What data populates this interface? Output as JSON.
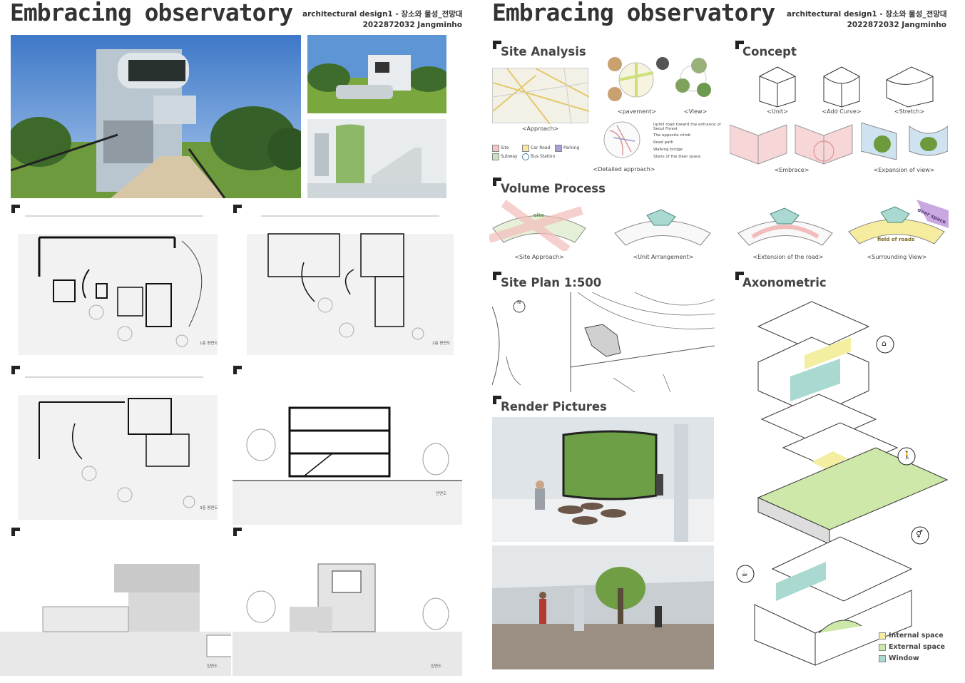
{
  "boards": [
    {
      "title": "Embracing observatory",
      "course": "architectural design1 - 장소와 물성_전망대",
      "student": "2022872032 Jangminho"
    },
    {
      "title": "Embracing observatory",
      "course": "architectural design1 - 장소와 물성_전망대",
      "student": "2022872032 Jangminho"
    }
  ],
  "sections": {
    "site_analysis": "Site Analysis",
    "concept": "Concept",
    "volume_process": "Volume Process",
    "site_plan": "Site Plan 1:500",
    "axonometric": "Axonometric",
    "render_pictures": "Render Pictures"
  },
  "site_analysis": {
    "captions": {
      "approach": "<Approach>",
      "pavement": "<pavement>",
      "view": "<View>",
      "detailed": "<Detailed approach>"
    },
    "legend": [
      "Site",
      "Car Road",
      "Parking",
      "Subway",
      "Bus Station"
    ],
    "notes": [
      "Uphill road toward the entrance of Seoul Forest",
      "The opposite climb",
      "Road path",
      "Walking bridge",
      "Stairs of the Deer space"
    ]
  },
  "concept": {
    "captions": [
      "<Unit>",
      "<Add Curve>",
      "<Stretch>",
      "<Embrace>",
      "<Expansion of view>"
    ]
  },
  "volume_process": {
    "captions": [
      "<Site Approach>",
      "<Unit Arrangement>",
      "<Extension of the road>",
      "<Surrounding View>"
    ],
    "labels": {
      "site": "site",
      "field": "field of roads",
      "deer": "deer space"
    }
  },
  "axonometric": {
    "legend": [
      {
        "label": "Internal space",
        "color": "#f3eea0"
      },
      {
        "label": "External space",
        "color": "#cde8a9"
      },
      {
        "label": "Window",
        "color": "#a9d9d0"
      }
    ]
  },
  "drawings": {
    "plan1": "1층 평면도",
    "plan2": "2층 평면도",
    "plan3": "3층 평면도",
    "section": "단면도",
    "elev1": "입면도",
    "elev2": "입면도"
  },
  "colors": {
    "site": "#f2c6c6",
    "internal": "#f3eea0",
    "external": "#cde8a9",
    "window": "#a9d9d0",
    "sky": "#6b9ad8"
  }
}
